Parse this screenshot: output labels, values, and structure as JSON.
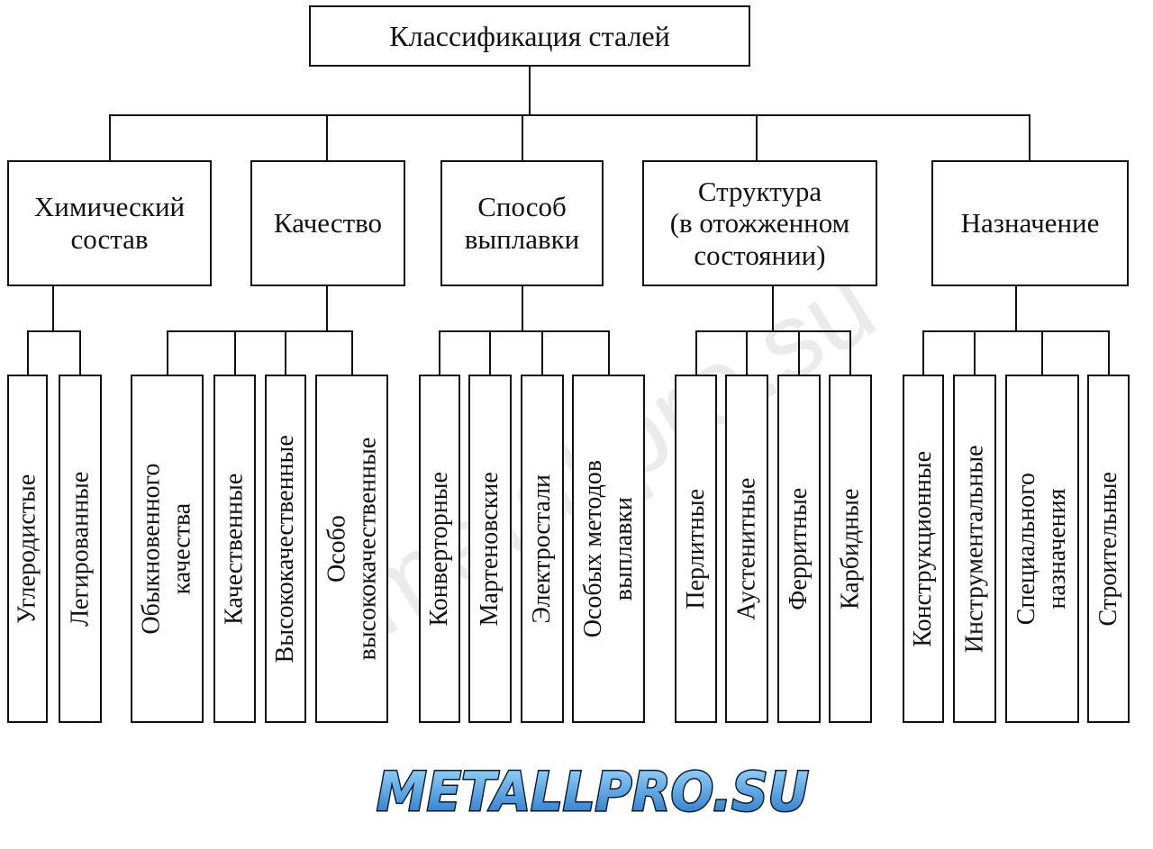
{
  "root": {
    "label": "Классификация сталей"
  },
  "categories": [
    {
      "label": "Химический\nсостав",
      "items": [
        "Углеродистые",
        "Легированные"
      ]
    },
    {
      "label": "Качество",
      "items": [
        "Обыкновенного\nкачества",
        "Качественные",
        "Высококачественные",
        "Особо\nвысококачественные"
      ]
    },
    {
      "label": "Способ\nвыплавки",
      "items": [
        "Конверторные",
        "Мартеновские",
        "Электростали",
        "Особых методов\nвыплавки"
      ]
    },
    {
      "label": "Структура\n(в отожженном\nсостоянии)",
      "items": [
        "Перлитные",
        "Аустенитные",
        "Ферритные",
        "Карбидные"
      ]
    },
    {
      "label": "Назначение",
      "items": [
        "Конструкционные",
        "Инструментальные",
        "Специального\nназначения",
        "Строительные"
      ]
    }
  ],
  "watermark": {
    "logo_text": "METALLPRO.SU",
    "background_text": "metallpro.su",
    "logo_color_top": "#9fdcff",
    "logo_color_bottom": "#1f6fc4",
    "logo_outline": "#0a1a2e"
  }
}
